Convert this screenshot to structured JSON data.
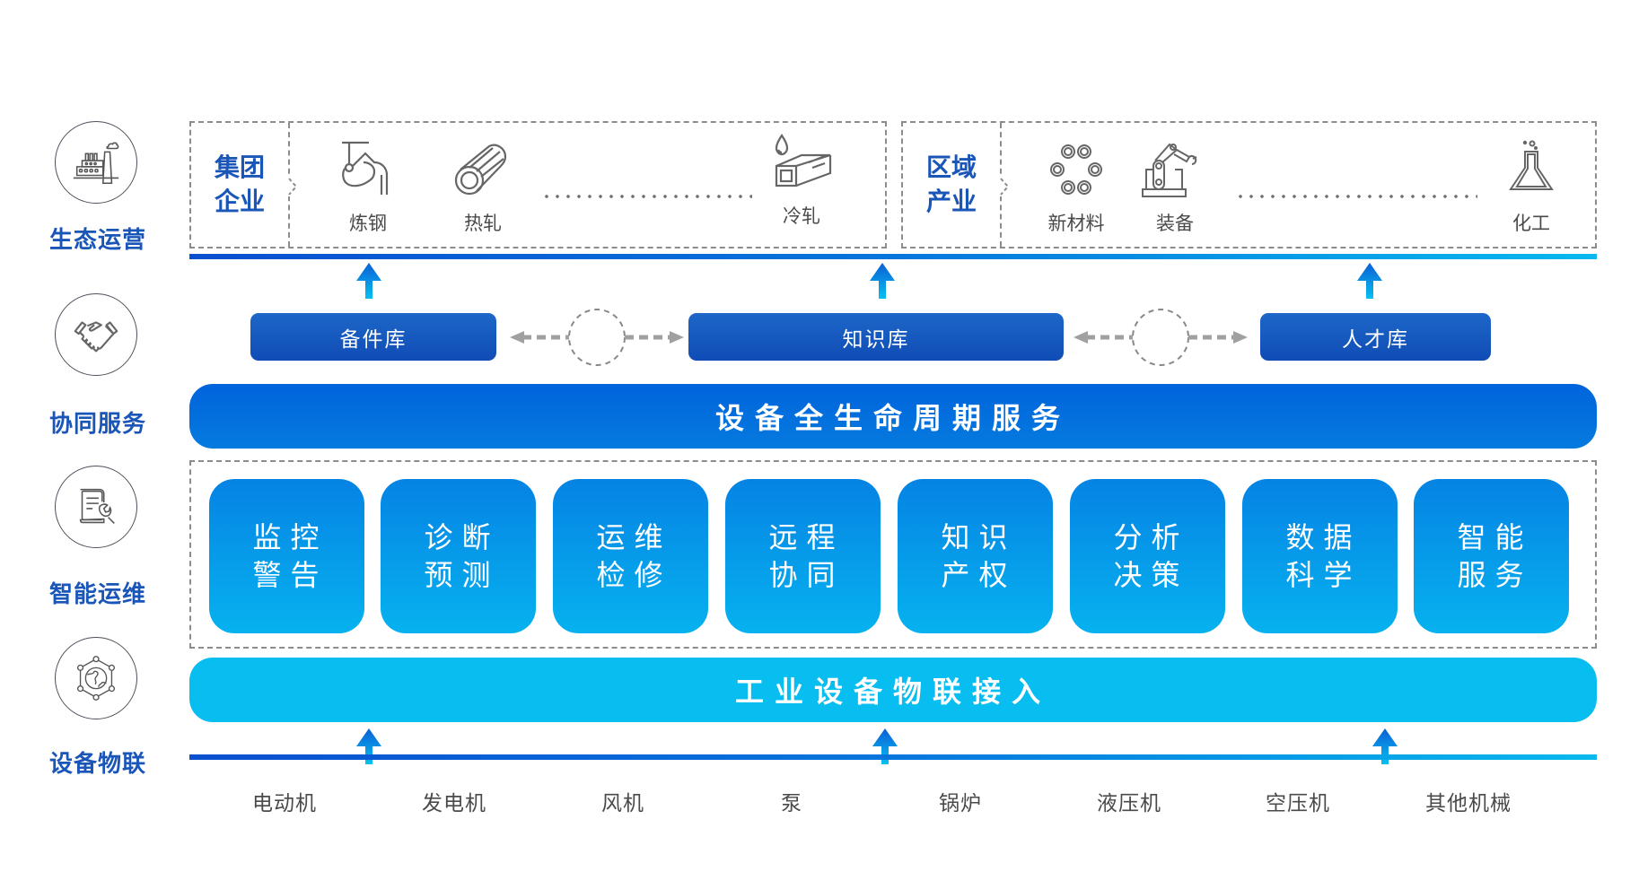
{
  "layers": [
    {
      "label": "生态运营",
      "icon": "factory-icon"
    },
    {
      "label": "协同服务",
      "icon": "handshake-icon"
    },
    {
      "label": "智能运维",
      "icon": "document-wrench-icon"
    },
    {
      "label": "设备物联",
      "icon": "globe-network-icon"
    }
  ],
  "ecosystem": {
    "group": {
      "title_line1": "集团",
      "title_line2": "企业",
      "items": [
        {
          "label": "炼钢",
          "icon": "ladle-icon"
        },
        {
          "label": "热轧",
          "icon": "steel-roll-icon"
        },
        {
          "label": "冷轧",
          "icon": "cold-steel-bar-icon"
        }
      ]
    },
    "region": {
      "title_line1": "区域",
      "title_line2": "产业",
      "items": [
        {
          "label": "新材料",
          "icon": "molecule-ring-icon"
        },
        {
          "label": "装备",
          "icon": "robot-arm-icon"
        },
        {
          "label": "化工",
          "icon": "flask-icon"
        }
      ]
    }
  },
  "repositories": [
    {
      "label": "备件库"
    },
    {
      "label": "知识库"
    },
    {
      "label": "人才库"
    }
  ],
  "lifecycle_banner": "设备全生命周期服务",
  "ops_cards": [
    {
      "line1": "监控",
      "line2": "警告"
    },
    {
      "line1": "诊断",
      "line2": "预测"
    },
    {
      "line1": "运维",
      "line2": "检修"
    },
    {
      "line1": "远程",
      "line2": "协同"
    },
    {
      "line1": "知识",
      "line2": "产权"
    },
    {
      "line1": "分析",
      "line2": "决策"
    },
    {
      "line1": "数据",
      "line2": "科学"
    },
    {
      "line1": "智能",
      "line2": "服务"
    }
  ],
  "iot_banner": "工业设备物联接入",
  "devices": [
    "电动机",
    "发电机",
    "风机",
    "泵",
    "锅炉",
    "液压机",
    "空压机",
    "其他机械"
  ],
  "colors": {
    "label_blue": "#1a56b8",
    "repo_blue": "#0f4cb5",
    "lifecycle_blue": "#0263dc",
    "ops_gradient_top": "#0583e4",
    "ops_gradient_bottom": "#06b2ef",
    "iot_cyan": "#08bdf0",
    "line_start": "#0a4fcf",
    "line_end": "#08b8ee"
  }
}
